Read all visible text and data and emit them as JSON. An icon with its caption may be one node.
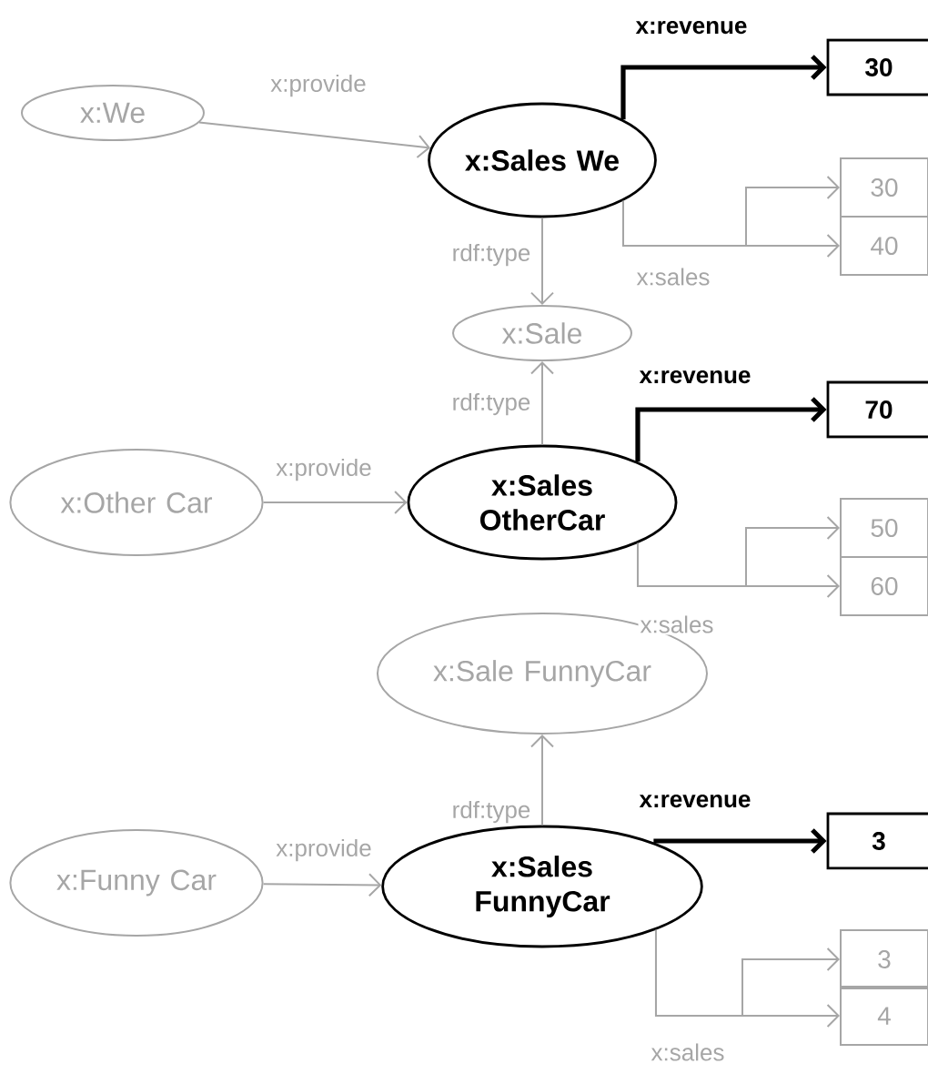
{
  "diagram": {
    "nodes": [
      {
        "text": [
          "x:We"
        ]
      },
      {
        "text": [
          "x:Sales We"
        ]
      },
      {
        "text": [
          "30"
        ]
      },
      {
        "text": [
          "30"
        ]
      },
      {
        "text": [
          "40"
        ]
      },
      {
        "text": [
          "x:Sale"
        ]
      },
      {
        "text": [
          "x:Other Car"
        ]
      },
      {
        "text": [
          "x:Sales OtherCar"
        ]
      },
      {
        "text": [
          "70"
        ]
      },
      {
        "text": [
          "50"
        ]
      },
      {
        "text": [
          "60"
        ]
      },
      {
        "text": [
          "x:Sale FunnyCar"
        ]
      },
      {
        "text": [
          "x:Funny Car"
        ]
      },
      {
        "text": [
          "x:Sales FunnyCar"
        ]
      },
      {
        "text": [
          "3"
        ]
      },
      {
        "text": [
          "3"
        ]
      },
      {
        "text": [
          "4"
        ]
      }
    ],
    "edges": [
      {
        "from": 0,
        "to": 1,
        "arrow": "to",
        "label": "x:provide"
      },
      {
        "from": 1,
        "to": 2,
        "arrow": "to",
        "label": "x:revenue",
        "style": "thick",
        "color": "#000000"
      },
      {
        "from": 1,
        "to": 3,
        "arrow": "to"
      },
      {
        "from": 1,
        "to": 4,
        "arrow": "to",
        "label": "x:sales"
      },
      {
        "from": 1,
        "to": 5,
        "arrow": "to",
        "label": "rdf:type"
      },
      {
        "from": 7,
        "to": 5,
        "arrow": "to",
        "label": "rdf:type"
      },
      {
        "from": 6,
        "to": 7,
        "arrow": "to",
        "label": "x:provide"
      },
      {
        "from": 7,
        "to": 8,
        "arrow": "to",
        "label": "x:revenue",
        "style": "thick",
        "color": "#000000"
      },
      {
        "from": 7,
        "to": 9,
        "arrow": "to"
      },
      {
        "from": 7,
        "to": 10,
        "arrow": "to",
        "label": "x:sales"
      },
      {
        "from": 13,
        "to": 11,
        "arrow": "to",
        "label": "rdf:type"
      },
      {
        "from": 12,
        "to": 13,
        "arrow": "to",
        "label": "x:provide"
      },
      {
        "from": 13,
        "to": 14,
        "arrow": "to",
        "label": "x:revenue",
        "style": "thick",
        "color": "#000000"
      },
      {
        "from": 13,
        "to": 15,
        "arrow": "to"
      },
      {
        "from": 13,
        "to": 16,
        "arrow": "to",
        "label": "x:sales"
      }
    ]
  }
}
